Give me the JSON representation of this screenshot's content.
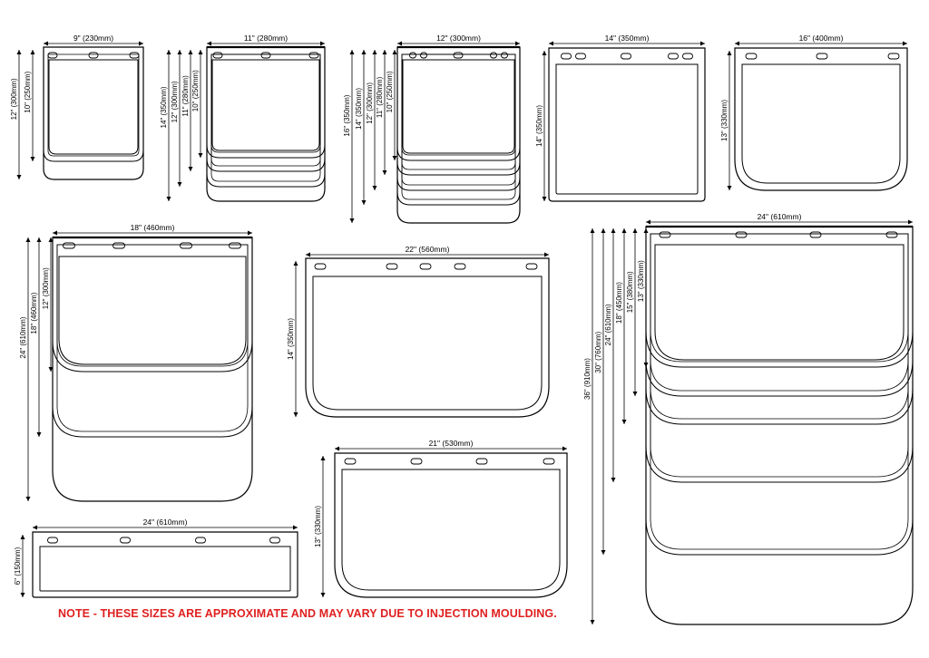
{
  "note": "NOTE - THESE SIZES ARE APPROXIMATE AND MAY VARY DUE TO INJECTION MOULDING.",
  "colors": {
    "line": "#000000",
    "note": "#e02020"
  },
  "flaps": [
    {
      "id": "w9",
      "width_label": "9\" (230mm)",
      "height_labels": [
        "12\" (300mm)",
        "10\" (250mm)"
      ]
    },
    {
      "id": "w11",
      "width_label": "11\" (280mm)",
      "height_labels": [
        "14\" (350mm)",
        "12\" (300mm)",
        "11\" (280mm)",
        "10\" (250mm)"
      ]
    },
    {
      "id": "w12",
      "width_label": "12\" (300mm)",
      "height_labels": [
        "16\" (350mm)",
        "14\" (350mm)",
        "12\" (300mm)",
        "11\" (280mm)",
        "10\" (250mm)"
      ]
    },
    {
      "id": "w14",
      "width_label": "14\" (350mm)",
      "height_labels": [
        "14\" (350mm)"
      ]
    },
    {
      "id": "w16",
      "width_label": "16\" (400mm)",
      "height_labels": [
        "13\" (330mm)"
      ]
    },
    {
      "id": "w18",
      "width_label": "18\" (460mm)",
      "height_labels": [
        "24\" (610mm)",
        "18\" (460mm)",
        "12\" (300mm)"
      ]
    },
    {
      "id": "w22",
      "width_label": "22\" (560mm)",
      "height_labels": [
        "14\" (350mm)"
      ]
    },
    {
      "id": "w21",
      "width_label": "21\" (530mm)",
      "height_labels": [
        "13\" (330mm)"
      ]
    },
    {
      "id": "w24s",
      "width_label": "24\" (610mm)",
      "height_labels": [
        "6\" (150mm)"
      ]
    },
    {
      "id": "w24",
      "width_label": "24\" (610mm)",
      "height_labels": [
        "36\" (910mm)",
        "30\" (760mm)",
        "24\" (610mm)",
        "18\" (450mm)",
        "15\" (380mm)",
        "13\" (330mm)"
      ]
    }
  ]
}
